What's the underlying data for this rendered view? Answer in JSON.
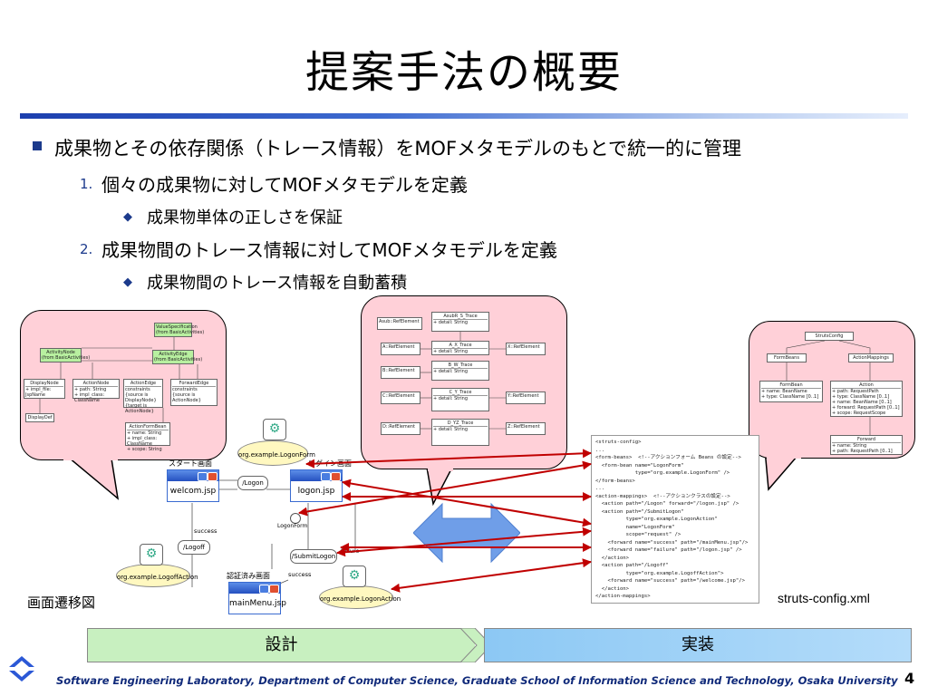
{
  "slide": {
    "title": "提案手法の概要",
    "page_number": "4",
    "footer": "Software Engineering Laboratory,  Department of Computer Science,  Graduate School of Information Science and Technology,  Osaka University"
  },
  "bullets": {
    "main": "成果物とその依存関係（トレース情報）をMOFメタモデルのもとで統一的に管理",
    "item1_num": "1.",
    "item1": "個々の成果物に対してMOFメタモデルを定義",
    "item1_sub": "成果物単体の正しさを保証",
    "item2_num": "2.",
    "item2": "成果物間のトレース情報に対してMOFメタモデルを定義",
    "item2_sub": "成果物間のトレース情報を自動蓄積"
  },
  "transition_diagram": {
    "caption": "画面遷移図",
    "screens": {
      "start_label": "スタート画面",
      "start_page": "welcom.jsp",
      "login_label": "ログイン画面",
      "login_page": "logon.jsp",
      "auth_label": "認証済み画面",
      "auth_page": "mainMenu.jsp"
    },
    "actions": {
      "logon": "/Logon",
      "logoff": "/Logoff",
      "submit": "/SubmitLogon",
      "logon_form": "LogonForm"
    },
    "beans": {
      "logon_form": "org.example.LogonForm",
      "logoff_action": "org.example.LogoffAction",
      "logon_action": "org.example.LogonAction"
    },
    "edges": {
      "success1": "success",
      "success2": "success",
      "failure": "failure"
    }
  },
  "code_file": {
    "caption": "struts-config.xml",
    "lines": "<struts-config>\n...\n<form-beans>  <!--アクションフォーム Beans の設定-->\n  <form-bean name=\"LogonForm\"\n             type=\"org.example.LogonForm\" />\n</form-beans>\n...\n<action-mappings>  <!--アクションクラスの設定-->\n  <action path=\"/Logon\" forward=\"/logon.jsp\" />\n  <action path=\"/SubmitLogon\"\n          type=\"org.example.LogonAction\"\n          name=\"LogonForm\"\n          scope=\"request\" />\n    <forward name=\"success\" path=\"/mainMenu.jsp\"/>\n    <forward name=\"failure\" path=\"/logon.jsp\" />\n  </action>\n  <action path=\"/Logoff\"\n          type=\"org.example.LogoffAction\">\n    <forward name=\"success\" path=\"/welcome.jsp\"/>\n  </action>\n</action-mappings>\n...\n</struts-config>"
  },
  "metamodel_left": {
    "value_spec": "ValueSpecification\n(from BasicActivities)",
    "activity_node": "ActivityNode\n(from BasicActivities)",
    "activity_edge": "ActivityEdge\n(from BasicActivities)",
    "display_node": "DisplayNode",
    "action_node": "ActionNode",
    "action_edge": "ActionEdge",
    "forward_edge": "ForwardEdge",
    "display_def": "DisplayDef",
    "action_form_bean": "ActionFormBean"
  },
  "metamodel_center": {
    "title_trace": "AsubR_S_Trace",
    "rows": [
      "A_X_Trace",
      "B_W_Trace",
      "C_Y_Trace",
      "D_YZ_Trace"
    ]
  },
  "metamodel_right": {
    "struts_config": "StrutsConfig",
    "form_beans": "FormBeans",
    "action_mappings": "ActionMappings",
    "form_bean": "FormBean",
    "action": "Action",
    "forward": "Forward"
  },
  "phases": {
    "design": "設計",
    "implementation": "実装"
  },
  "colors": {
    "accent_blue": "#1c3a8c",
    "bubble_pink": "#ffd0d8",
    "arrow_red": "#c00000",
    "design_green": "#c8f0c0",
    "impl_blue": "#8cc8f4"
  }
}
